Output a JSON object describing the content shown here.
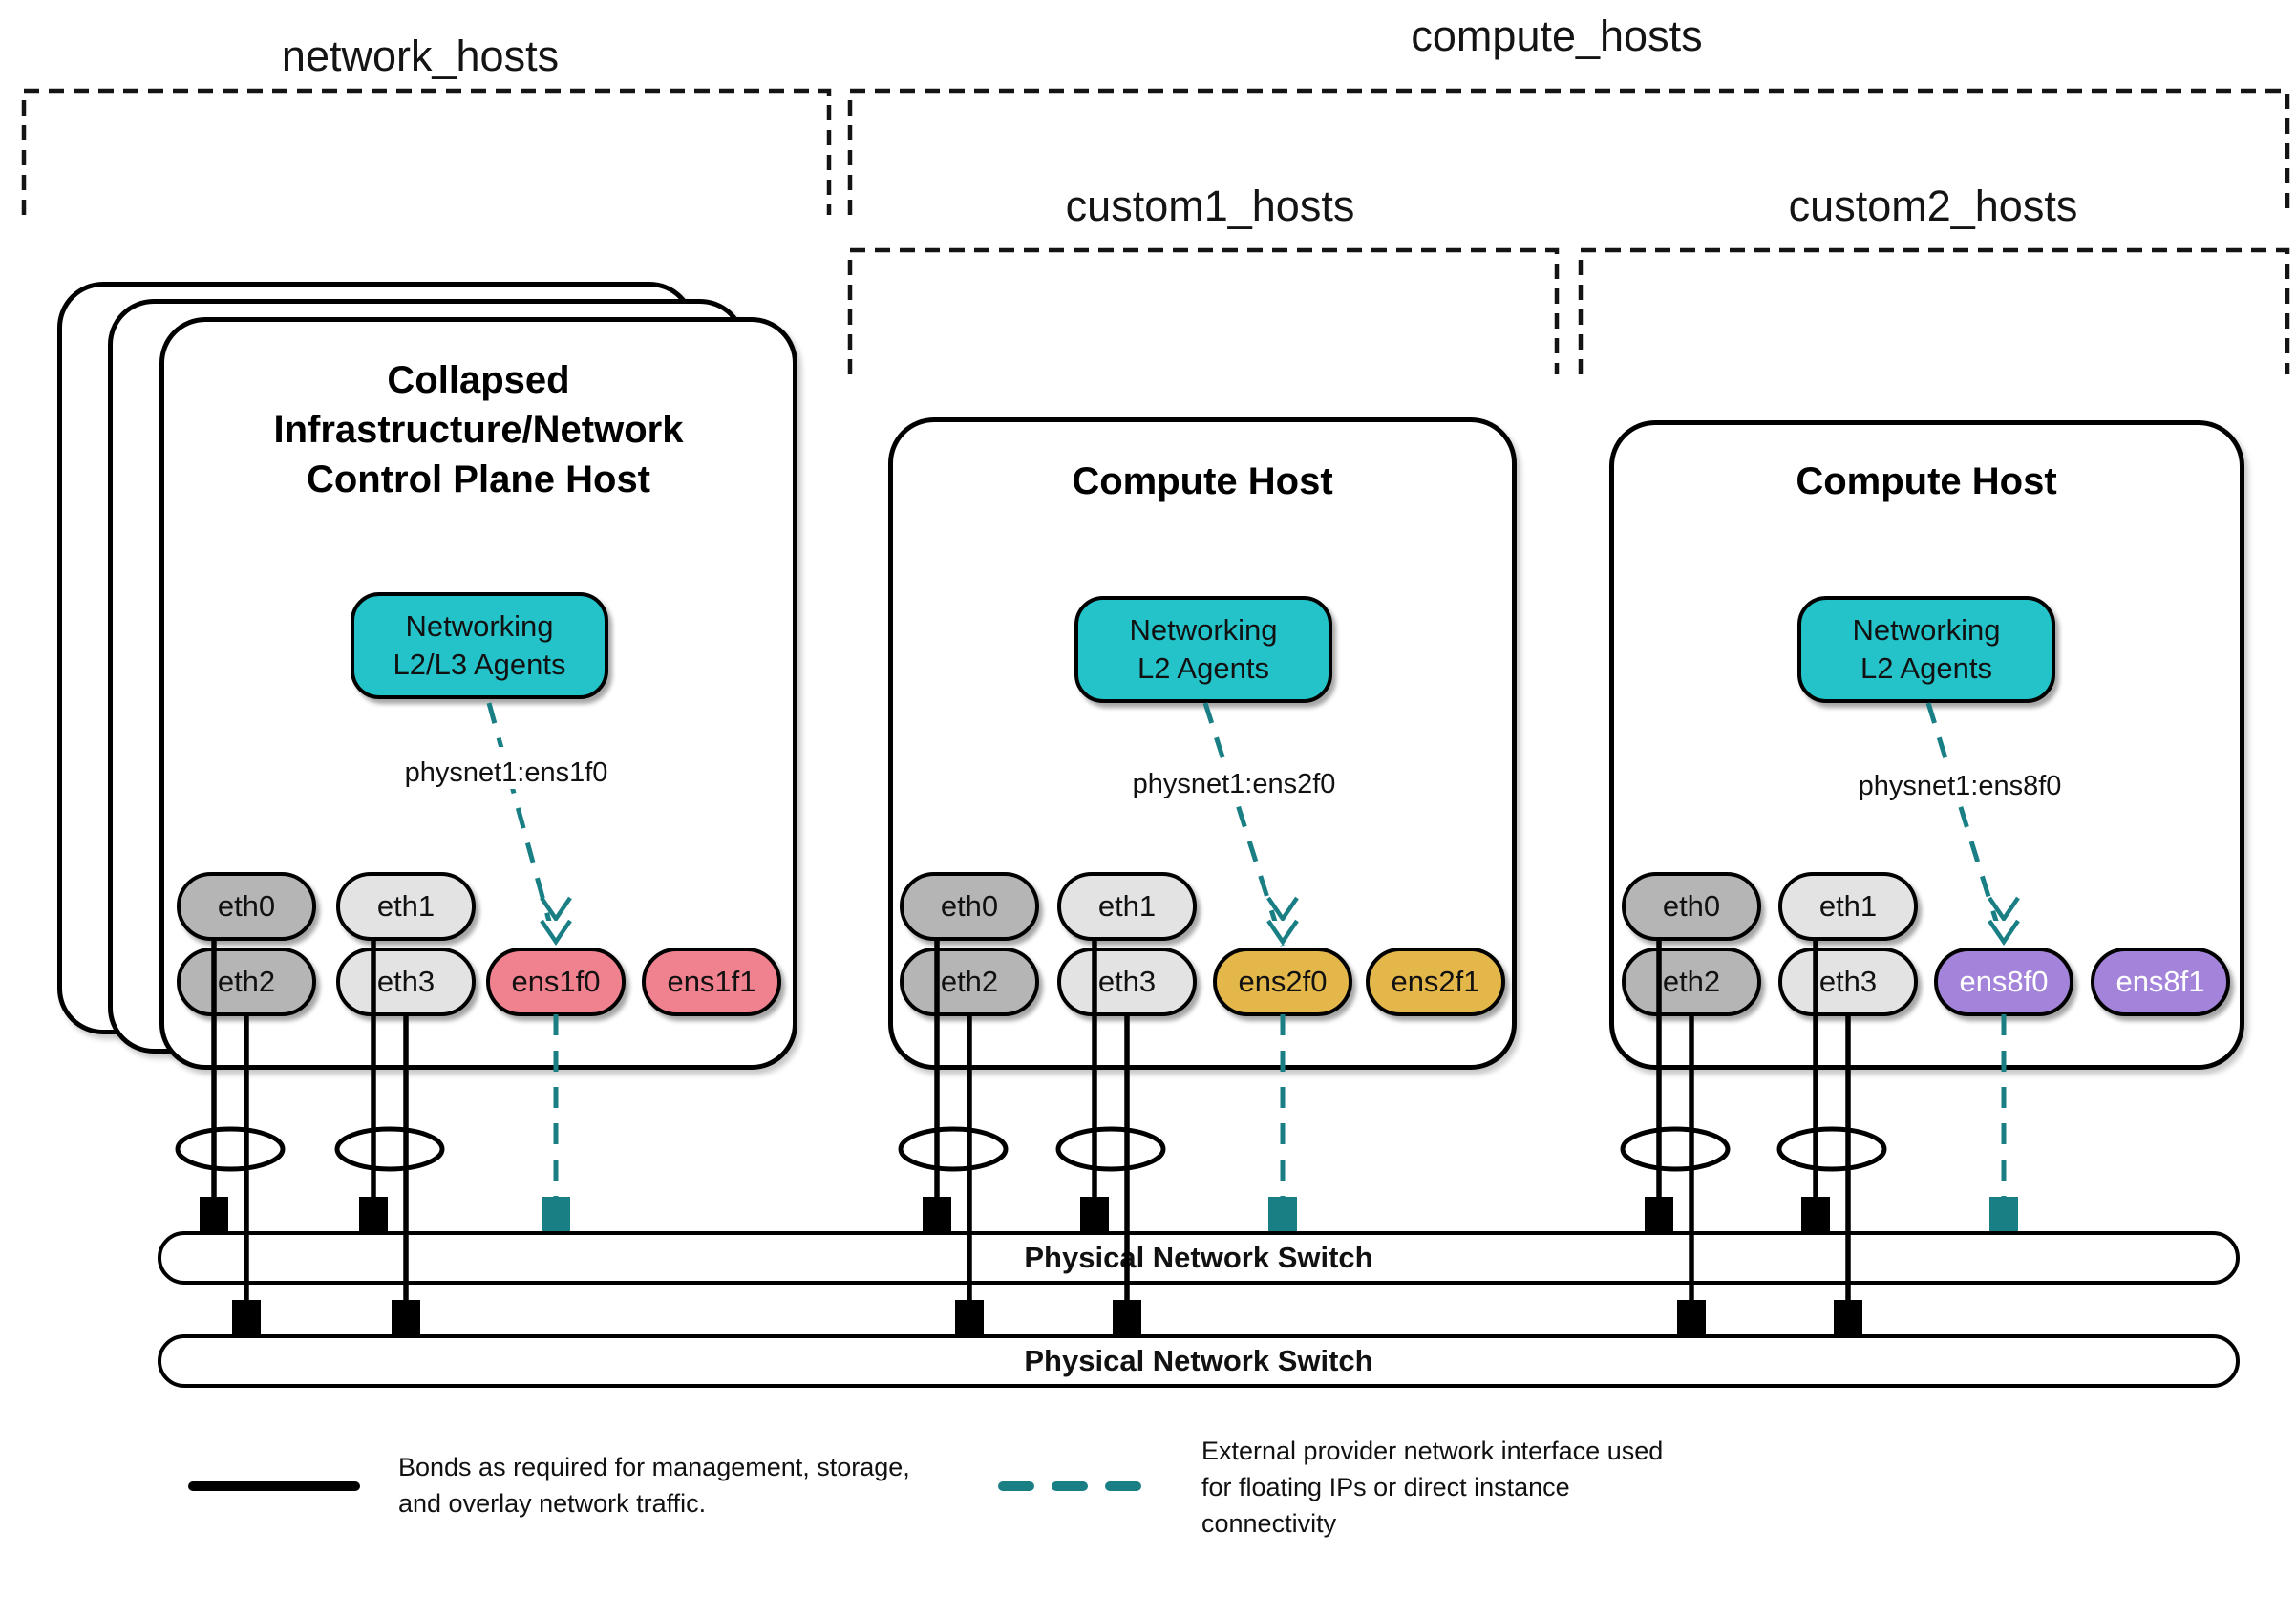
{
  "groups": {
    "network": {
      "label": "network_hosts"
    },
    "compute": {
      "label": "compute_hosts"
    },
    "custom1": {
      "label": "custom1_hosts"
    },
    "custom2": {
      "label": "custom2_hosts"
    }
  },
  "hosts": [
    {
      "title": "Collapsed Infrastructure/Network Control Plane Host",
      "agent_line1": "Networking",
      "agent_line2": "L2/L3 Agents",
      "physnet": "physnet1:ens1f0",
      "nics": {
        "eth0": "eth0",
        "eth1": "eth1",
        "eth2": "eth2",
        "eth3": "eth3",
        "ens_f0": "ens1f0",
        "ens_f1": "ens1f1"
      }
    },
    {
      "title": "Compute Host",
      "agent_line1": "Networking",
      "agent_line2": "L2 Agents",
      "physnet": "physnet1:ens2f0",
      "nics": {
        "eth0": "eth0",
        "eth1": "eth1",
        "eth2": "eth2",
        "eth3": "eth3",
        "ens_f0": "ens2f0",
        "ens_f1": "ens2f1"
      }
    },
    {
      "title": "Compute Host",
      "agent_line1": "Networking",
      "agent_line2": "L2 Agents",
      "physnet": "physnet1:ens8f0",
      "nics": {
        "eth0": "eth0",
        "eth1": "eth1",
        "eth2": "eth2",
        "eth3": "eth3",
        "ens_f0": "ens8f0",
        "ens_f1": "ens8f1"
      }
    }
  ],
  "switches": [
    {
      "label": "Physical Network Switch"
    },
    {
      "label": "Physical Network Switch"
    }
  ],
  "legend": {
    "bond_text": "Bonds as required for management, storage, and overlay network traffic.",
    "external_text": "External provider network interface used for floating IPs or direct instance connectivity"
  },
  "colors": {
    "agent_teal": "#24c2c9",
    "provider_teal": "#1a7f85",
    "nic_gray_dark": "#b5b5b5",
    "nic_gray_light": "#e3e3e3",
    "nic_pink": "#f0818e",
    "nic_gold": "#e4b74b",
    "nic_purple": "#a384da"
  }
}
